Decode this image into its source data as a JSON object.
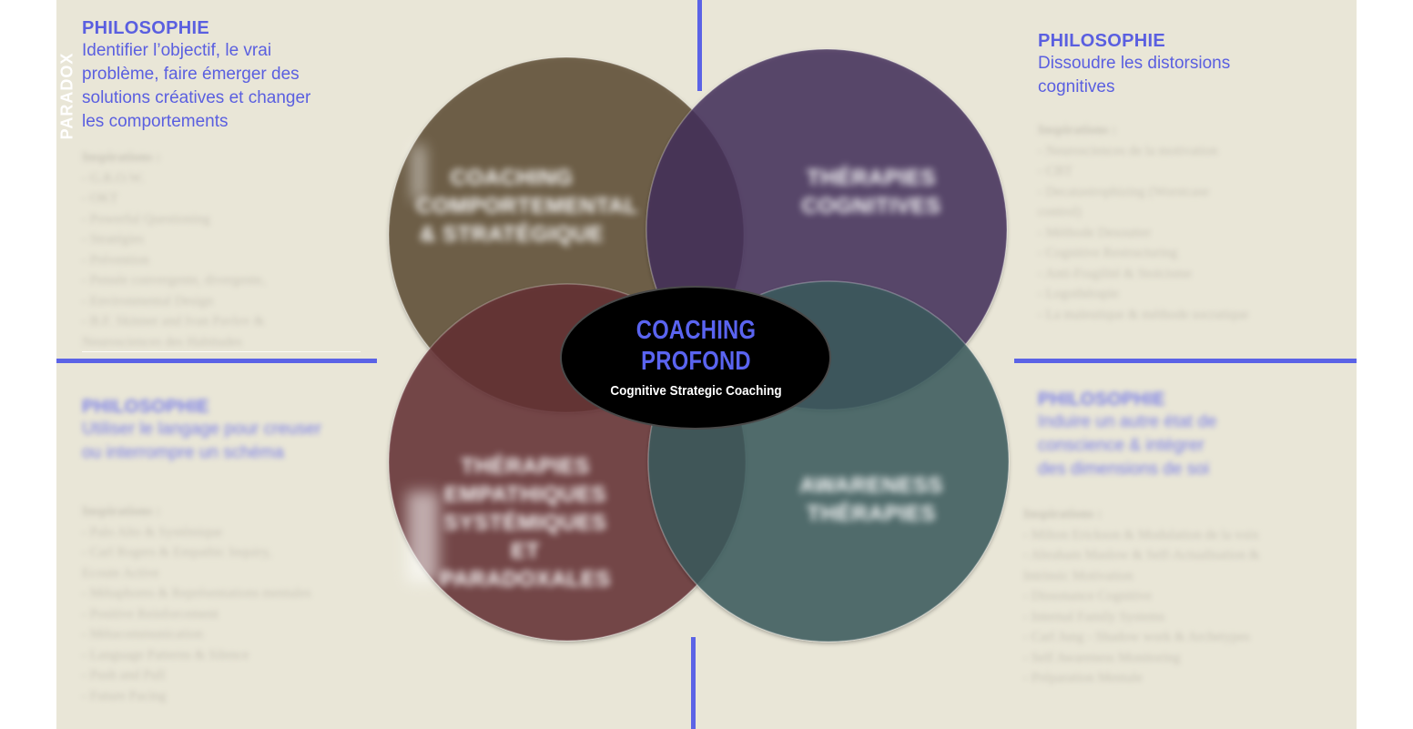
{
  "brand": "PARADOX",
  "colors": {
    "background": "#e9e6d7",
    "accent": "#5b63e6",
    "circle_top_left": "#5e4d33",
    "circle_top_right": "#432f5a",
    "circle_bottom_left": "#642f35",
    "circle_bottom_right": "#3c5a5e",
    "center": "#000000"
  },
  "center": {
    "title_line1": "COACHING",
    "title_line2": "PROFOND",
    "subtitle": "Cognitive Strategic Coaching"
  },
  "quadrants": {
    "top_left": {
      "heading": "PHILOSOPHIE",
      "body": [
        "Identifier l’objectif, le vrai",
        "problème, faire émerger des",
        "solutions créatives et changer",
        "les comportements"
      ],
      "circle_label": [
        "COACHING",
        "COMPORTEMENTAL",
        "& STRATÉGIQUE"
      ],
      "inspirations_heading": "Inspirations :",
      "inspirations": [
        "- G.R.O.W.",
        "- OKT",
        "- Powerful Questioning",
        "- Stratégies",
        "    - Prévention",
        "    - Pensée convergente, divergente,",
        "    - Environmental Design",
        "- B.F. Skinner and Ivan Pavlov &",
        "Neurosciences des Habitudes"
      ]
    },
    "top_right": {
      "heading": "PHILOSOPHIE",
      "body": [
        "Dissoudre les distorsions",
        "cognitives"
      ],
      "circle_label": [
        "THÉRAPIES",
        "COGNITIVES"
      ],
      "inspirations_heading": "Inspirations :",
      "inspirations": [
        "- Neurosciences de la motivation",
        "- CBT",
        "- Decatastrophizing (Worstcase",
        "control)",
        "- Méthode Desoutter",
        "- Cognitive Restructuring",
        "- Anti-Fragilité & Stoïcisme",
        "- Logothérapie",
        "- La maïeutique & méthode socratique"
      ]
    },
    "bottom_left": {
      "heading": "PHILOSOPHIE",
      "body": [
        "Utiliser le langage pour creuser",
        "ou interrompre un schéma"
      ],
      "circle_label": [
        "THÉRAPIES",
        "EMPATHIQUES",
        "SYSTÉMIQUES ET",
        "PARADOXALES"
      ],
      "inspirations_heading": "Inspirations :",
      "inspirations": [
        "- Palo Alto & Systémique",
        "- Carl Rogers & Empathic Inquiry,",
        "Ecoute Active",
        "- Métaphores & Représentations mentales",
        "- Positive Reinforcement",
        "- Métacommunication",
        "- Language Patterns & Silence",
        "- Push and Pull",
        "- Future Pacing"
      ]
    },
    "bottom_right": {
      "heading": "PHILOSOPHIE",
      "body": [
        "Induire un autre état de",
        "conscience & intégrer",
        "des dimensions de soi"
      ],
      "circle_label": [
        "AWARENESS",
        "THÉRAPIES"
      ],
      "inspirations_heading": "Inspirations :",
      "inspirations": [
        "- Milton Erickson & Modulation de la voix",
        "- Abraham Maslow & Self-Actualisation &",
        "Intrinsic Motivation",
        "- Dissonance Cognitive",
        "- Internal Family Systems",
        "- Carl Jung - Shadow work & Archetypes",
        "- Self Awareness Monitoring",
        "- Préparation Mentale"
      ]
    }
  }
}
